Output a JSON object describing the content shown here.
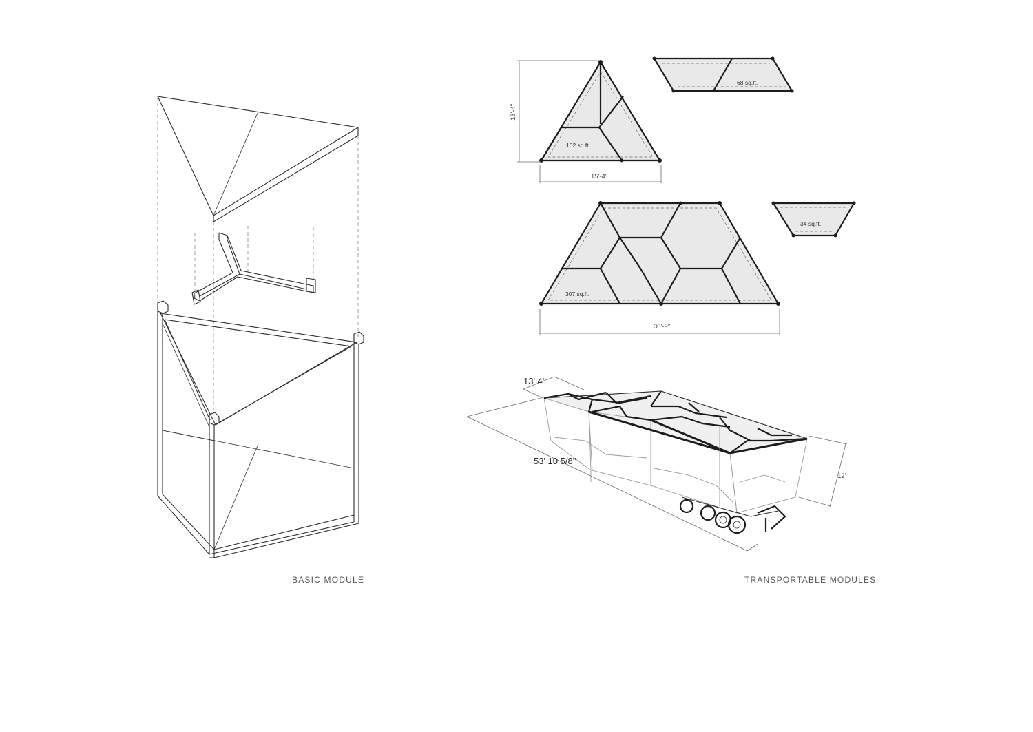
{
  "captions": {
    "basic_module": "BASIC MODULE",
    "transportable_modules": "TRANSPORTABLE MODULES"
  },
  "plan_labels": {
    "triangle_area": "102 sq.ft.",
    "parallelogram_area": "68 sq.ft.",
    "large_trapezoid_area": "307 sq.ft.",
    "small_trapezoid_area": "34 sq.ft."
  },
  "dimensions": {
    "triangle_height": "13'-4\"",
    "triangle_width": "15'-4\"",
    "trapezoid_width": "30'-9\"",
    "truck_width": "13' 4''",
    "truck_length": "53' 10 5/8''",
    "truck_height": "12'"
  }
}
